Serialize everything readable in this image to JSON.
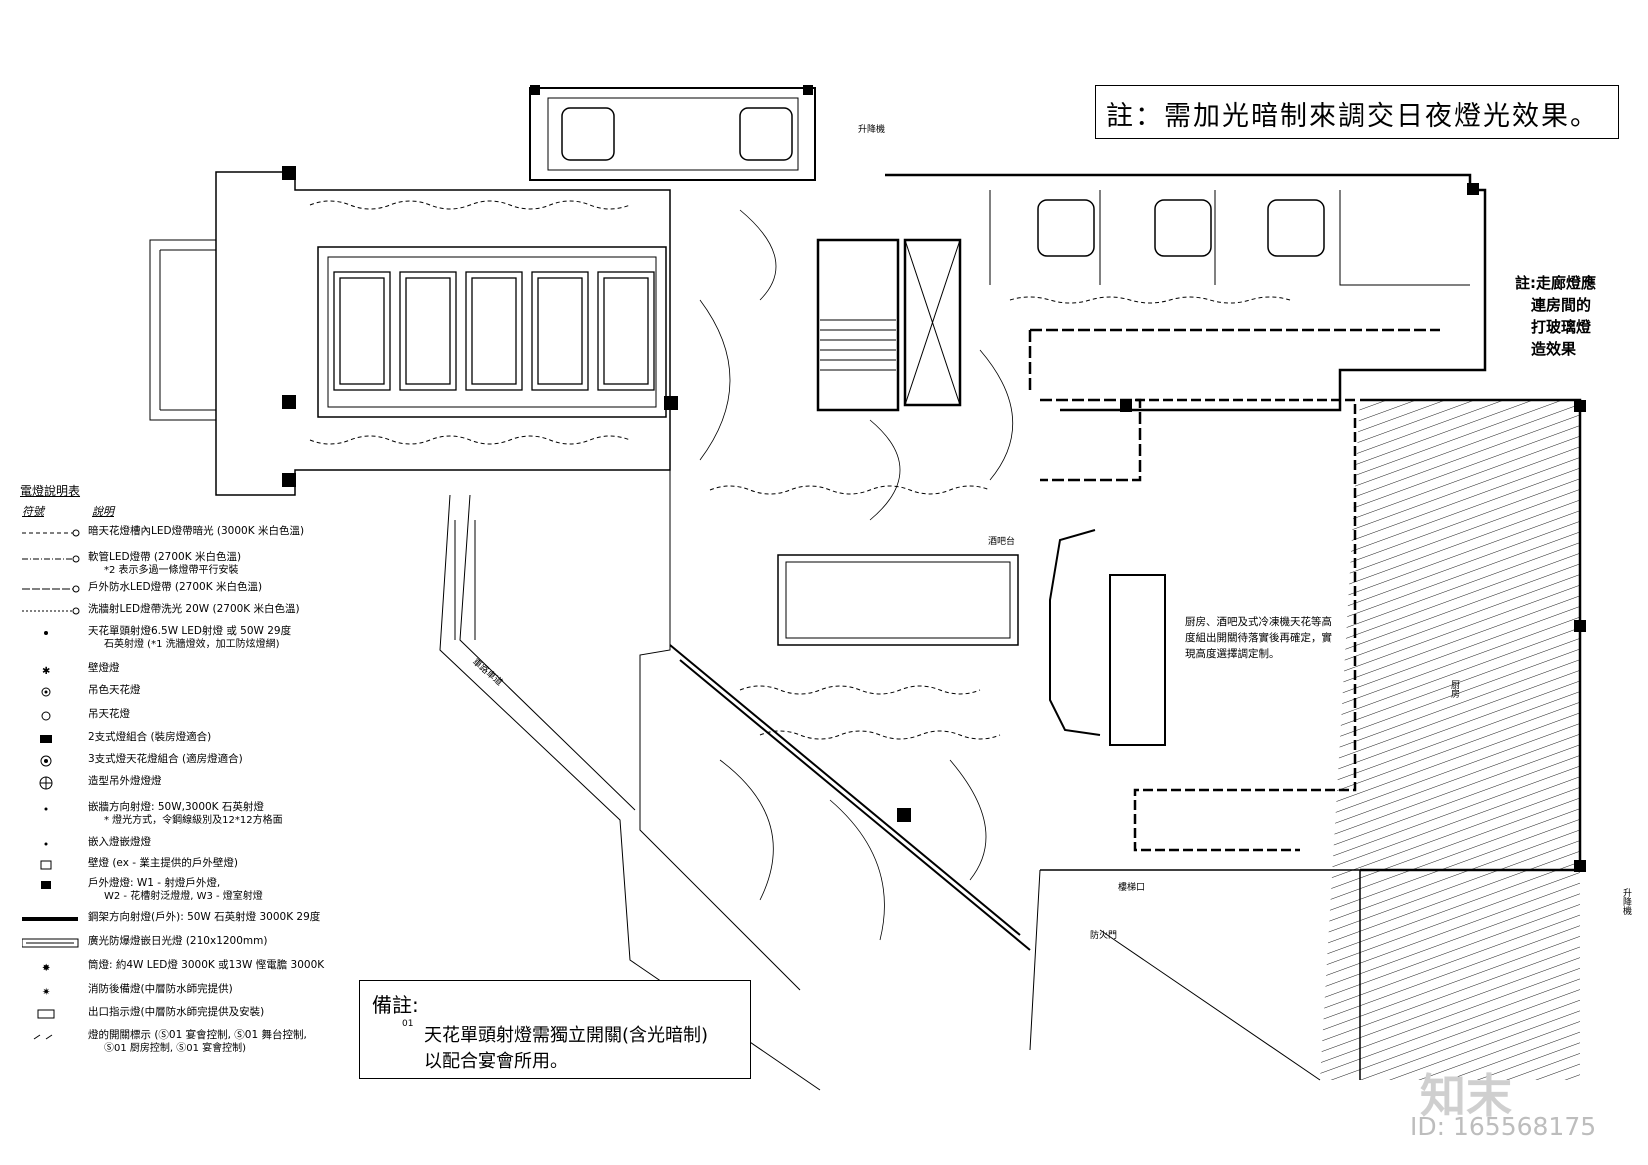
{
  "top_note": "註：需加光暗制來調交日夜燈光效果。",
  "corridor_note": [
    "註:走廊燈應",
    "連房間的",
    "打玻璃燈",
    "造效果"
  ],
  "remark": {
    "title": "備註:",
    "marker": "01",
    "line1": "天花單頭射燈需獨立開關(含光暗制)",
    "line2": "以配合宴會所用。"
  },
  "kitchen_note": "厨房、酒吧及式冷凍機天花等高度組出開關待落實後再確定，實現高度選擇調定制。",
  "legend": {
    "title": "電燈說明表",
    "col_symbol": "符號",
    "col_desc": "說明",
    "rows": [
      {
        "sym": "dash-line",
        "text": "暗天花燈槽內LED燈帶暗光 (3000K 米白色溫)"
      },
      {
        "sym": "dash-dot-line",
        "text": "軟管LED燈帶 (2700K 米白色溫)",
        "text2": "*2 表示多過一條燈帶平行安裝"
      },
      {
        "sym": "long-dash-line",
        "text": "戶外防水LED燈帶 (2700K 米白色溫)"
      },
      {
        "sym": "double-dot-line",
        "text": "洗牆射LED燈帶洗光 20W (2700K 米白色溫)"
      },
      {
        "sym": "spot",
        "text": "天花單頭射燈6.5W LED射燈 或 50W 29度",
        "text2": "石英射燈 (*1 洗牆燈效，加工防炫燈網)"
      },
      {
        "sym": "star",
        "text": "壁燈燈"
      },
      {
        "sym": "circle-dot",
        "text": "吊色天花燈"
      },
      {
        "sym": "circle",
        "text": "吊天花燈"
      },
      {
        "sym": "rect-2",
        "text": "2支式燈組合 (裝房燈適合)"
      },
      {
        "sym": "rect-3",
        "text": "3支式燈天花燈組合 (適房燈適合)"
      },
      {
        "sym": "cross-circle",
        "text": "造型吊外燈燈燈"
      },
      {
        "sym": "small-spot",
        "text": "嵌牆方向射燈: 50W,3000K 石英射燈",
        "text2": "* 燈光方式，令鋼線級別及12*12方格面"
      },
      {
        "sym": "small-arrow",
        "text": "嵌入燈嵌燈燈"
      },
      {
        "sym": "wall-lamp",
        "text": "壁燈 (ex - 業主提供的戶外壁燈)"
      },
      {
        "sym": "outdoor-lamp",
        "text": "戶外燈燈: W1 - 射燈戶外燈,",
        "text2": "W2 - 花槽射泛燈燈, W3 - 燈室射燈"
      },
      {
        "sym": "track",
        "text": "鋼架方向射燈(戶外): 50W 石英射燈 3000K 29度"
      },
      {
        "sym": "fluoro",
        "text": "廣光防爆燈嵌日光燈 (210x1200mm)"
      },
      {
        "sym": "dot-star",
        "text": "筒燈: 約4W LED燈 3000K 或13W 慳電膽 3000K"
      },
      {
        "sym": "emergency",
        "text": "消防後備燈(中層防水師完提供)"
      },
      {
        "sym": "exit",
        "text": "出口指示燈(中層防水師完提供及安裝)"
      },
      {
        "sym": "switch",
        "text": "燈的開關標示 (Ⓢ01 宴會控制, Ⓢ01 舞台控制,",
        "text2": "Ⓢ01 厨房控制, Ⓢ01 宴會控制)"
      }
    ]
  },
  "labels": {
    "lift": "升降機",
    "bar": "酒吧台",
    "kitchen_tag": "厨房",
    "left_ramp": "車路車道",
    "bottom_tag1": "樓梯口",
    "bottom_tag2": "防火門",
    "right_label": "升降機"
  },
  "watermark": "知末",
  "watermark_id": "ID: 165568175"
}
